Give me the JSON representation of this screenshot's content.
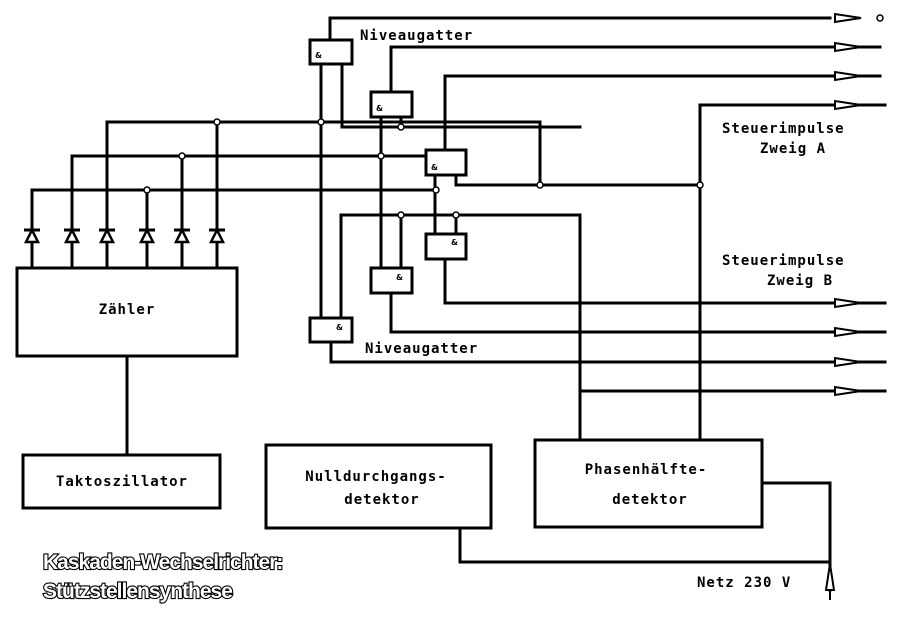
{
  "diagram": {
    "title_line1": "Kaskaden-Wechselrichter:",
    "title_line2": "Stützstellensynthese",
    "blocks": {
      "counter": "Zähler",
      "clock_oscillator": "Taktoszillator",
      "zero_crossing_line1": "Nulldurchgangs-",
      "zero_crossing_line2": "detektor",
      "phase_half_line1": "Phasenhälfte-",
      "phase_half_line2": "detektor"
    },
    "labels": {
      "level_gates_top": "Niveaugatter",
      "level_gates_bottom": "Niveaugatter",
      "pulses_a_line1": "Steuerimpulse",
      "pulses_a_line2": "Zweig A",
      "pulses_b_line1": "Steuerimpulse",
      "pulses_b_line2": "Zweig B",
      "mains": "Netz 230 V"
    },
    "gate_symbol": "&",
    "gate_count_a": 3,
    "gate_count_b": 3,
    "diode_count": 6,
    "outputs_a": 4,
    "outputs_b": 4
  }
}
